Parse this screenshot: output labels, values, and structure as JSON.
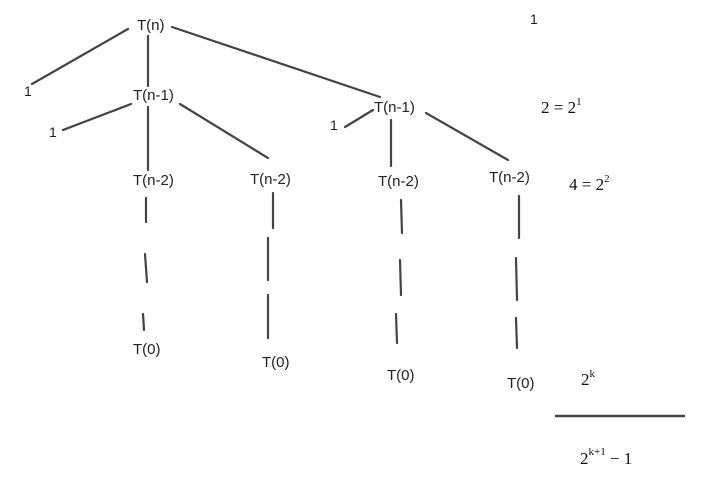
{
  "tree": {
    "root": "T(n)",
    "level1_left": "T(n-1)",
    "level1_right": "T(n-1)",
    "level2": [
      "T(n-2)",
      "T(n-2)",
      "T(n-2)",
      "T(n-2)"
    ],
    "leaves": [
      "T(0)",
      "T(0)",
      "T(0)",
      "T(0)"
    ],
    "constants": {
      "root_leaf": "1",
      "left_leaf": "1",
      "right_leaf": "1"
    }
  },
  "level_sums": {
    "level0": "1",
    "level1_lhs": "2 = 2",
    "level1_exp": "1",
    "level2_lhs": "4 = 2",
    "level2_exp": "2",
    "levelk_base": "2",
    "levelk_exp": "k"
  },
  "total": {
    "base": "2",
    "exp": "k+1",
    "rest": " − 1"
  }
}
